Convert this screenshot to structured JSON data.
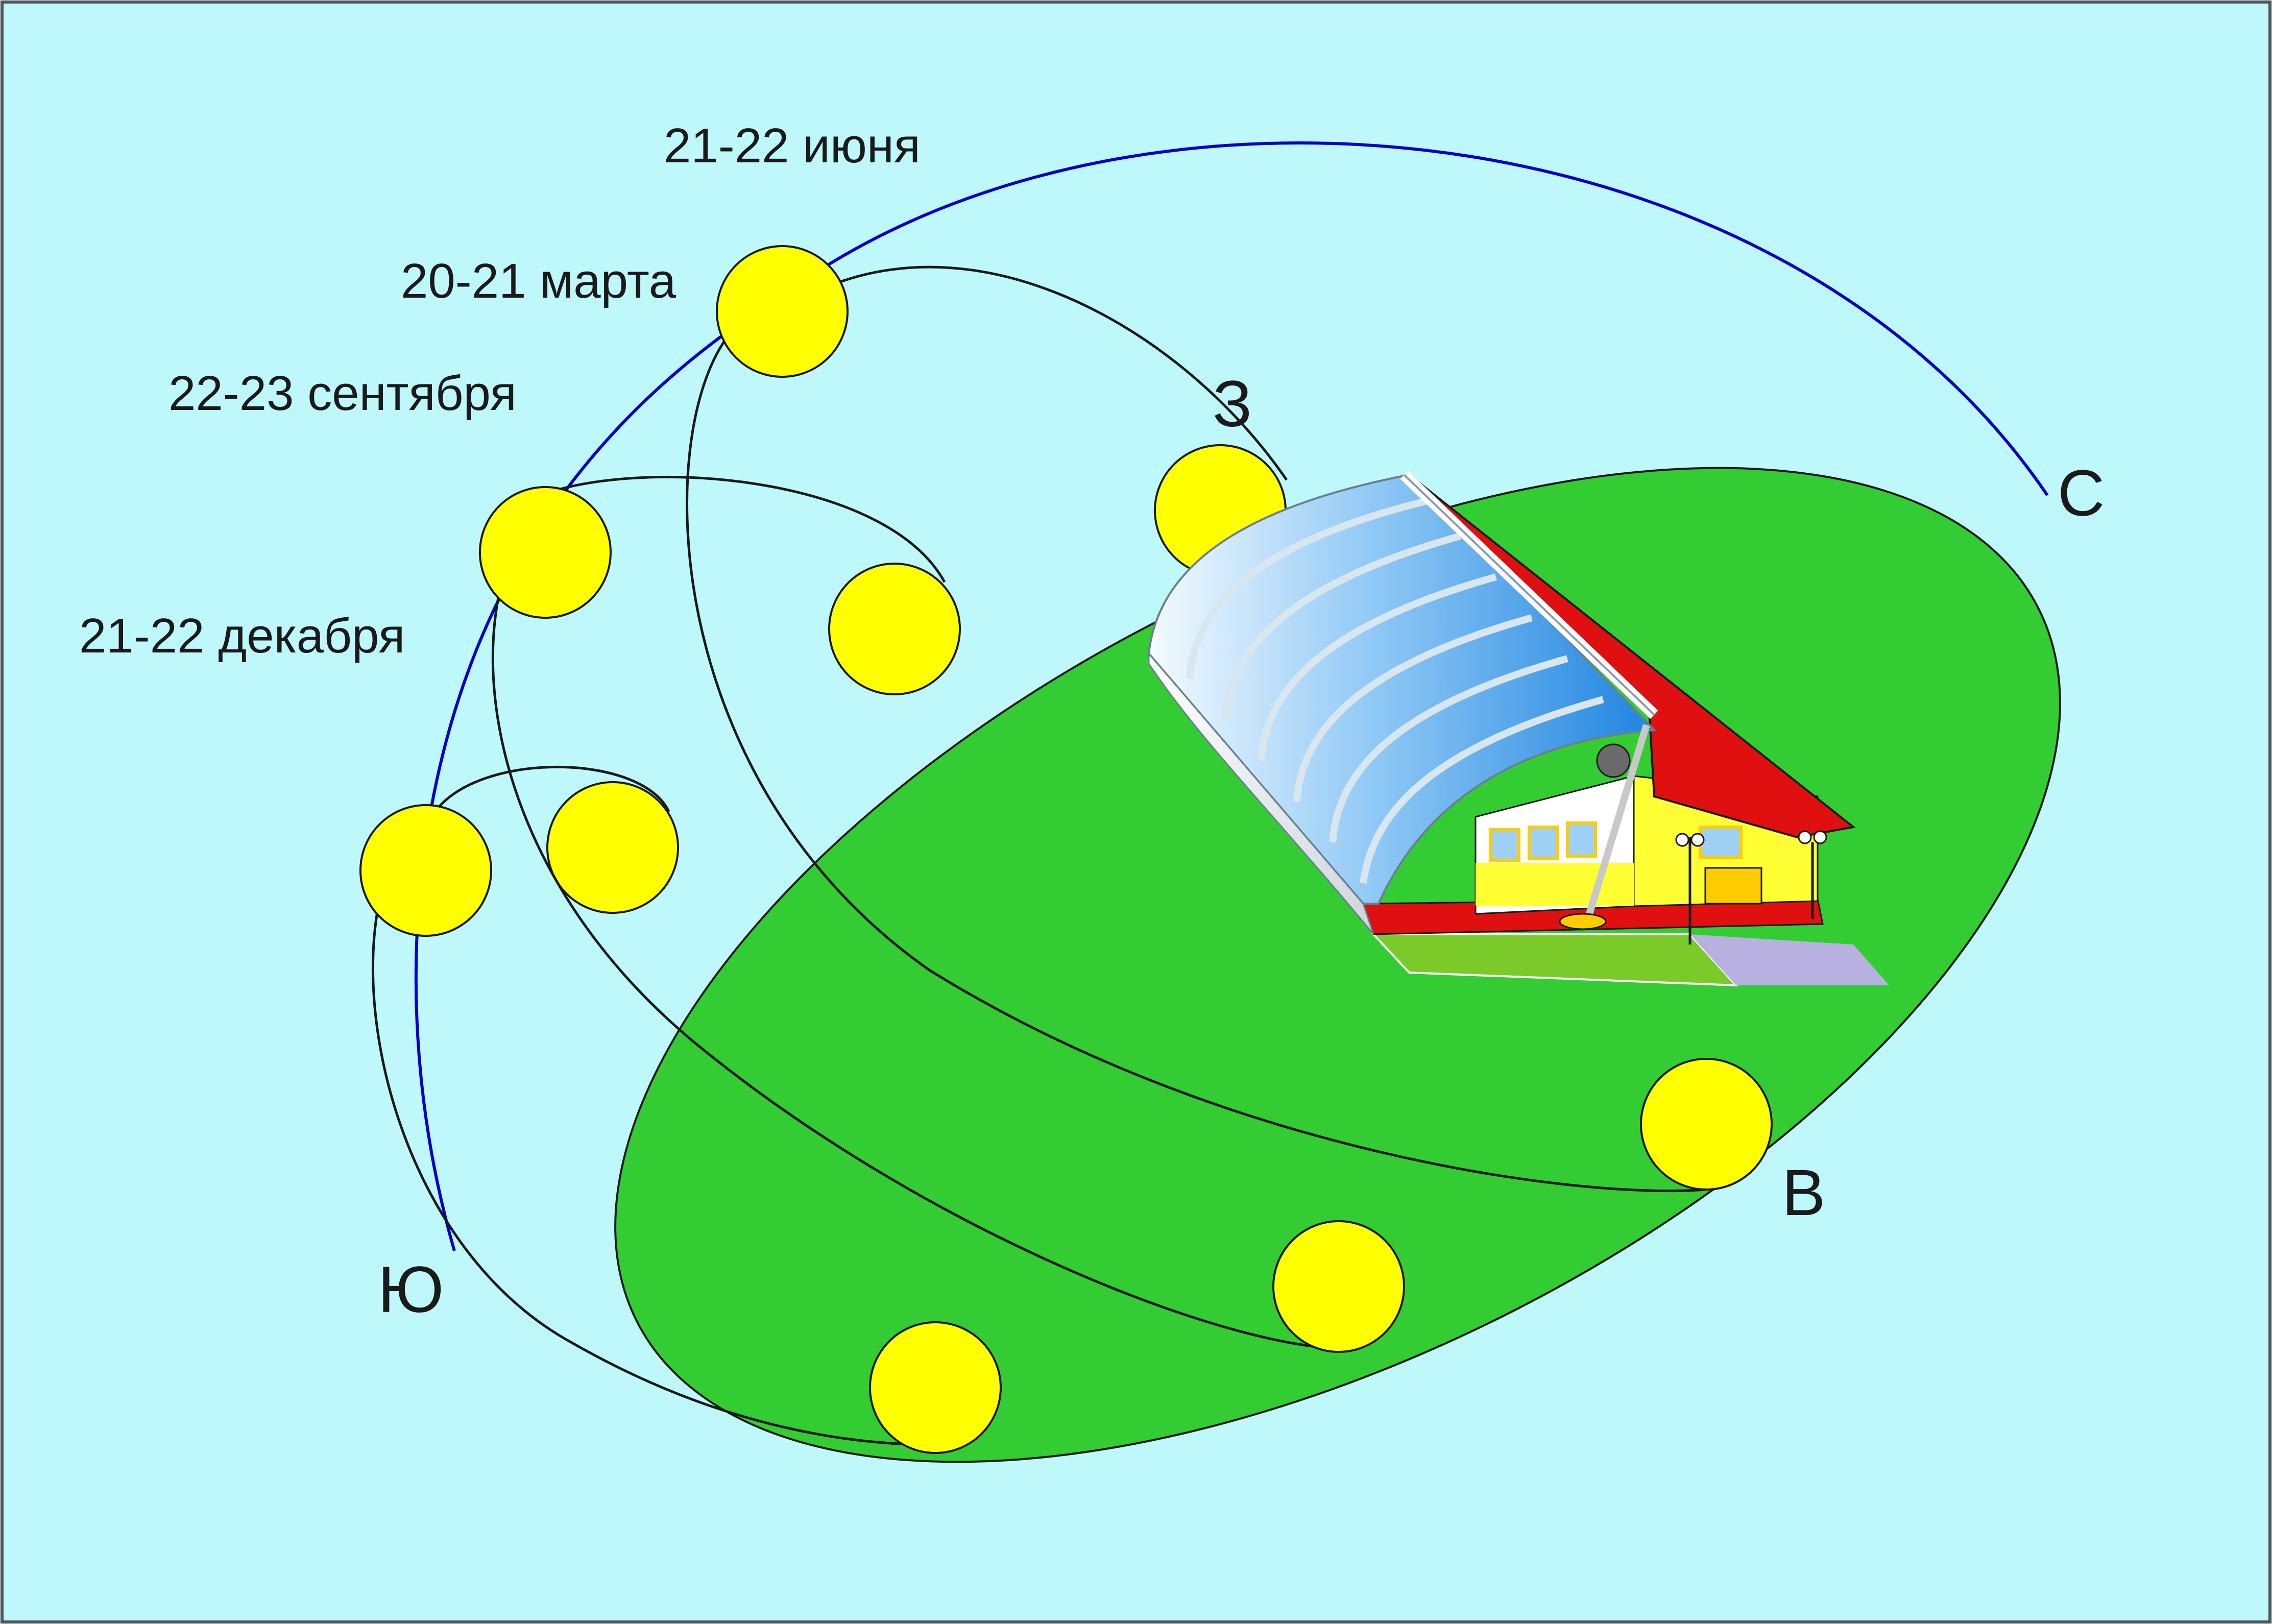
{
  "dates": {
    "june": "21-22 июня",
    "march": "20-21 марта",
    "september": "22-23 сентября",
    "december": "21-22 декабря"
  },
  "directions": {
    "north": "С",
    "south": "Ю",
    "east": "В",
    "west": "З"
  },
  "colors": {
    "sky": "#bff8fb",
    "ground": "#33cc33",
    "sun": "#ffff00",
    "meridian": "#0000cc",
    "sun_path": "#1a1a1a",
    "roof": "#e01010",
    "glass": "#3d9be9",
    "walls": "#ffff33"
  },
  "icons": {
    "sun": "sun-icon",
    "building": "greenhouse-house-icon"
  }
}
